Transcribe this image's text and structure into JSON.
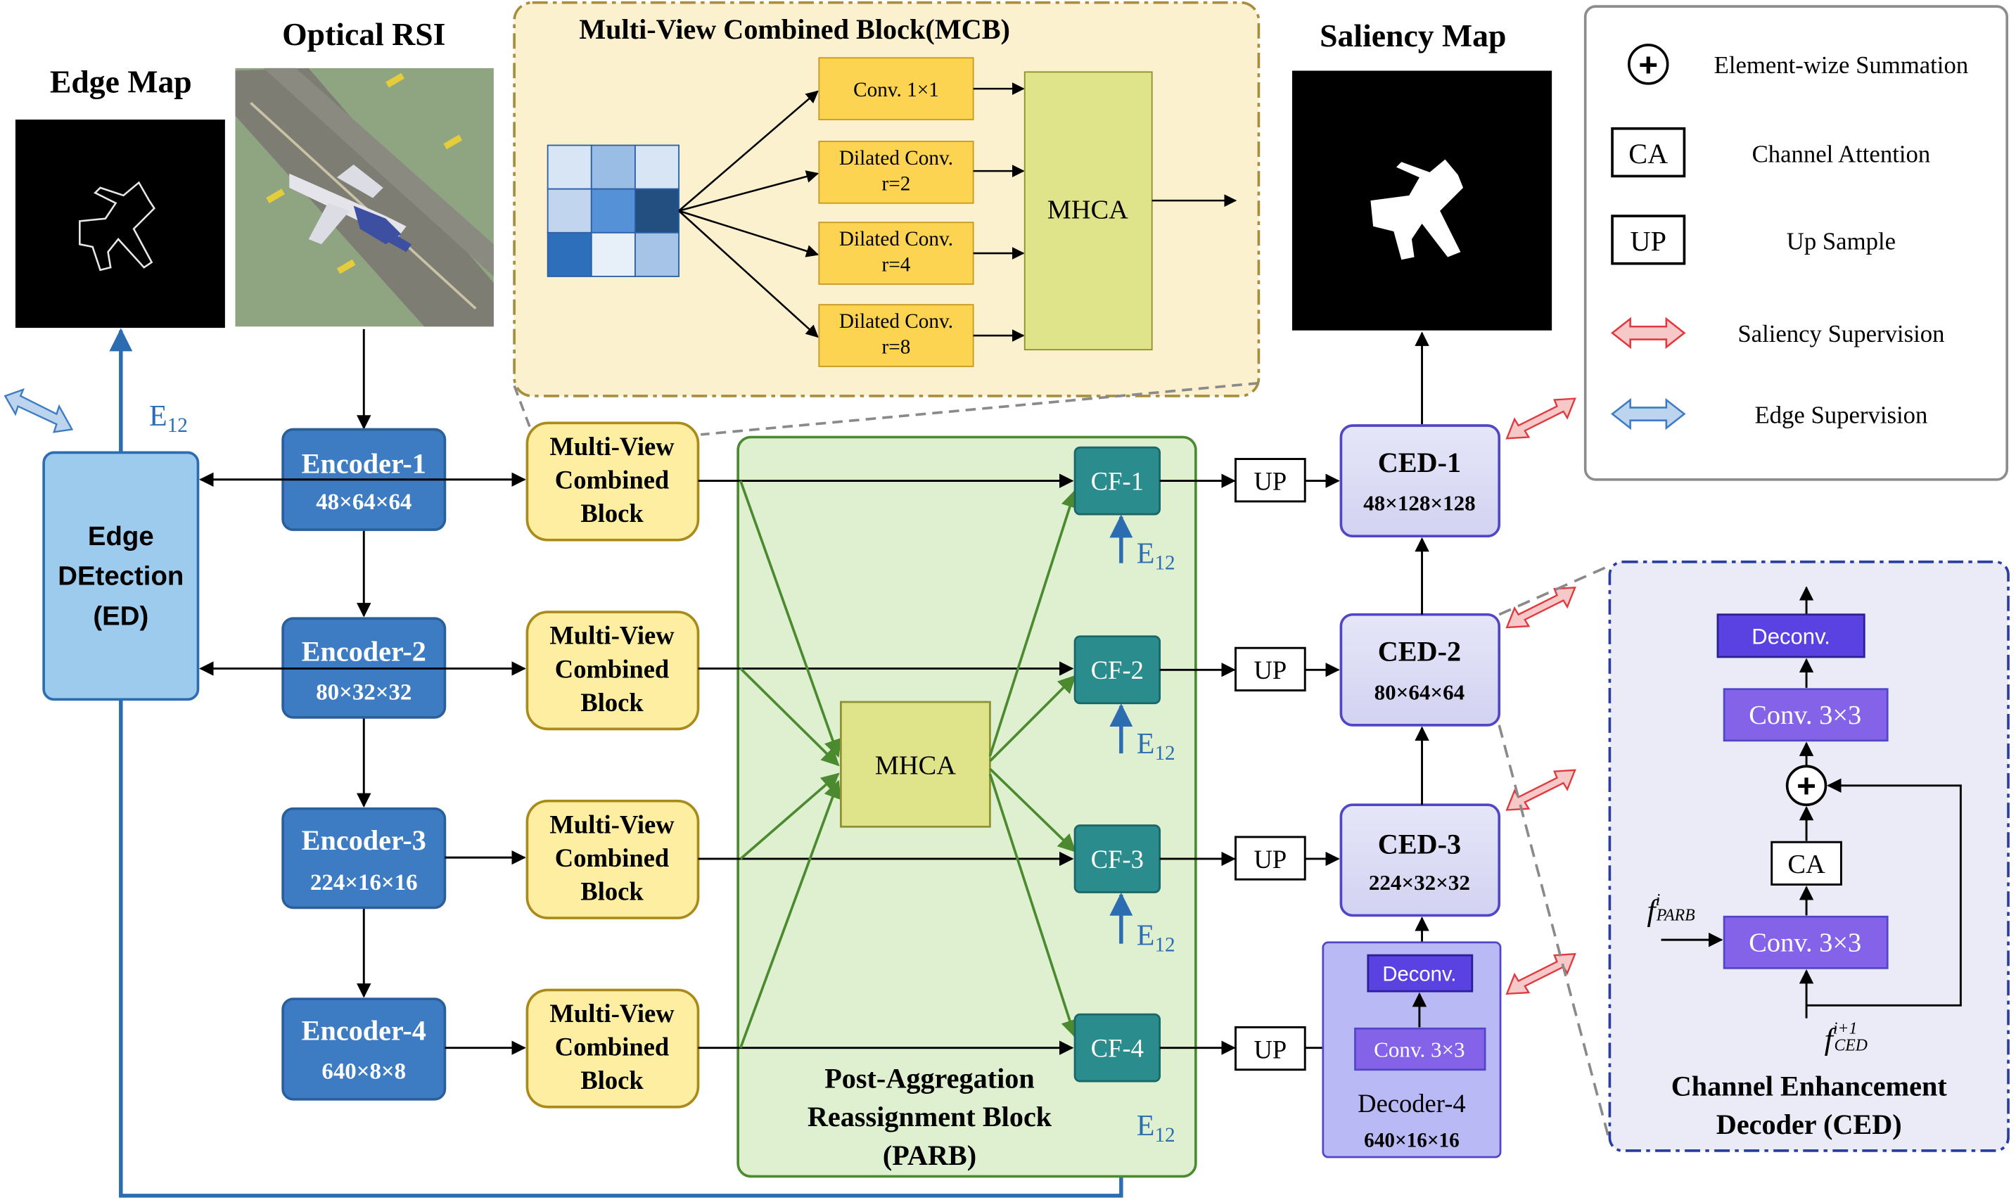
{
  "titles": {
    "edge_map": "Edge Map",
    "optical_rsi": "Optical RSI",
    "mcb_title": "Multi-View Combined Block(MCB)",
    "saliency_map": "Saliency Map"
  },
  "edge_label": "E",
  "edge_sub": "12",
  "ed": {
    "line1": "Edge",
    "line2": "DEtection",
    "line3": "(ED)"
  },
  "encoders": [
    {
      "name": "Encoder-1",
      "dims": "48×64×64"
    },
    {
      "name": "Encoder-2",
      "dims": "80×32×32"
    },
    {
      "name": "Encoder-3",
      "dims": "224×16×16"
    },
    {
      "name": "Encoder-4",
      "dims": "640×8×8"
    }
  ],
  "mcb_block": {
    "line1": "Multi-View",
    "line2": "Combined",
    "line3": "Block"
  },
  "mcb_detail": {
    "convs": [
      {
        "l1": "Conv. 1×1",
        "l2": ""
      },
      {
        "l1": "Dilated Conv.",
        "l2": "r=2"
      },
      {
        "l1": "Dilated Conv.",
        "l2": "r=4"
      },
      {
        "l1": "Dilated Conv.",
        "l2": "r=8"
      }
    ],
    "mhca": "MHCA"
  },
  "parb": {
    "mhca": "MHCA",
    "line1": "Post-Aggregation",
    "line2": "Reassignment Block",
    "line3": "(PARB)"
  },
  "cf": [
    "CF-1",
    "CF-2",
    "CF-3",
    "CF-4"
  ],
  "up": "UP",
  "ced": [
    {
      "name": "CED-1",
      "dims": "48×128×128"
    },
    {
      "name": "CED-2",
      "dims": "80×64×64"
    },
    {
      "name": "CED-3",
      "dims": "224×32×32"
    }
  ],
  "decoder4": {
    "deconv": "Deconv.",
    "conv": "Conv. 3×3",
    "name": "Decoder-4",
    "dims": "640×16×16"
  },
  "legend": {
    "sum_symbol": "+",
    "sum": "Element-wize Summation",
    "ca_key": "CA",
    "ca": "Channel Attention",
    "up_key": "UP",
    "up": "Up Sample",
    "saliency": "Saliency Supervision",
    "edge": "Edge Supervision"
  },
  "ced_detail": {
    "deconv": "Deconv.",
    "conv_top": "Conv. 3×3",
    "plus": "+",
    "ca": "CA",
    "conv_bottom": "Conv. 3×3",
    "in_f": "f",
    "in_parb_sup": "i",
    "in_parb_sub": "PARB",
    "in_ced_sup": "i+1",
    "in_ced_sub": "CED",
    "title1": "Channel Enhancement",
    "title2": "Decoder (CED)"
  },
  "colors": {
    "encoder": "#3d7cc3",
    "ed": "#9ccbee",
    "mcb": "#fdeea2",
    "parb": "#dff0d1",
    "cf": "#2a8c8c",
    "ced": "#dcdcf5",
    "decoder4": "#b9b9f5",
    "conv_purple": "#8463e8",
    "deconv_purple": "#5a41e2",
    "mhca": "#dfe38a",
    "blue_line": "#2c6db2",
    "green_line": "#4b8a2f"
  }
}
